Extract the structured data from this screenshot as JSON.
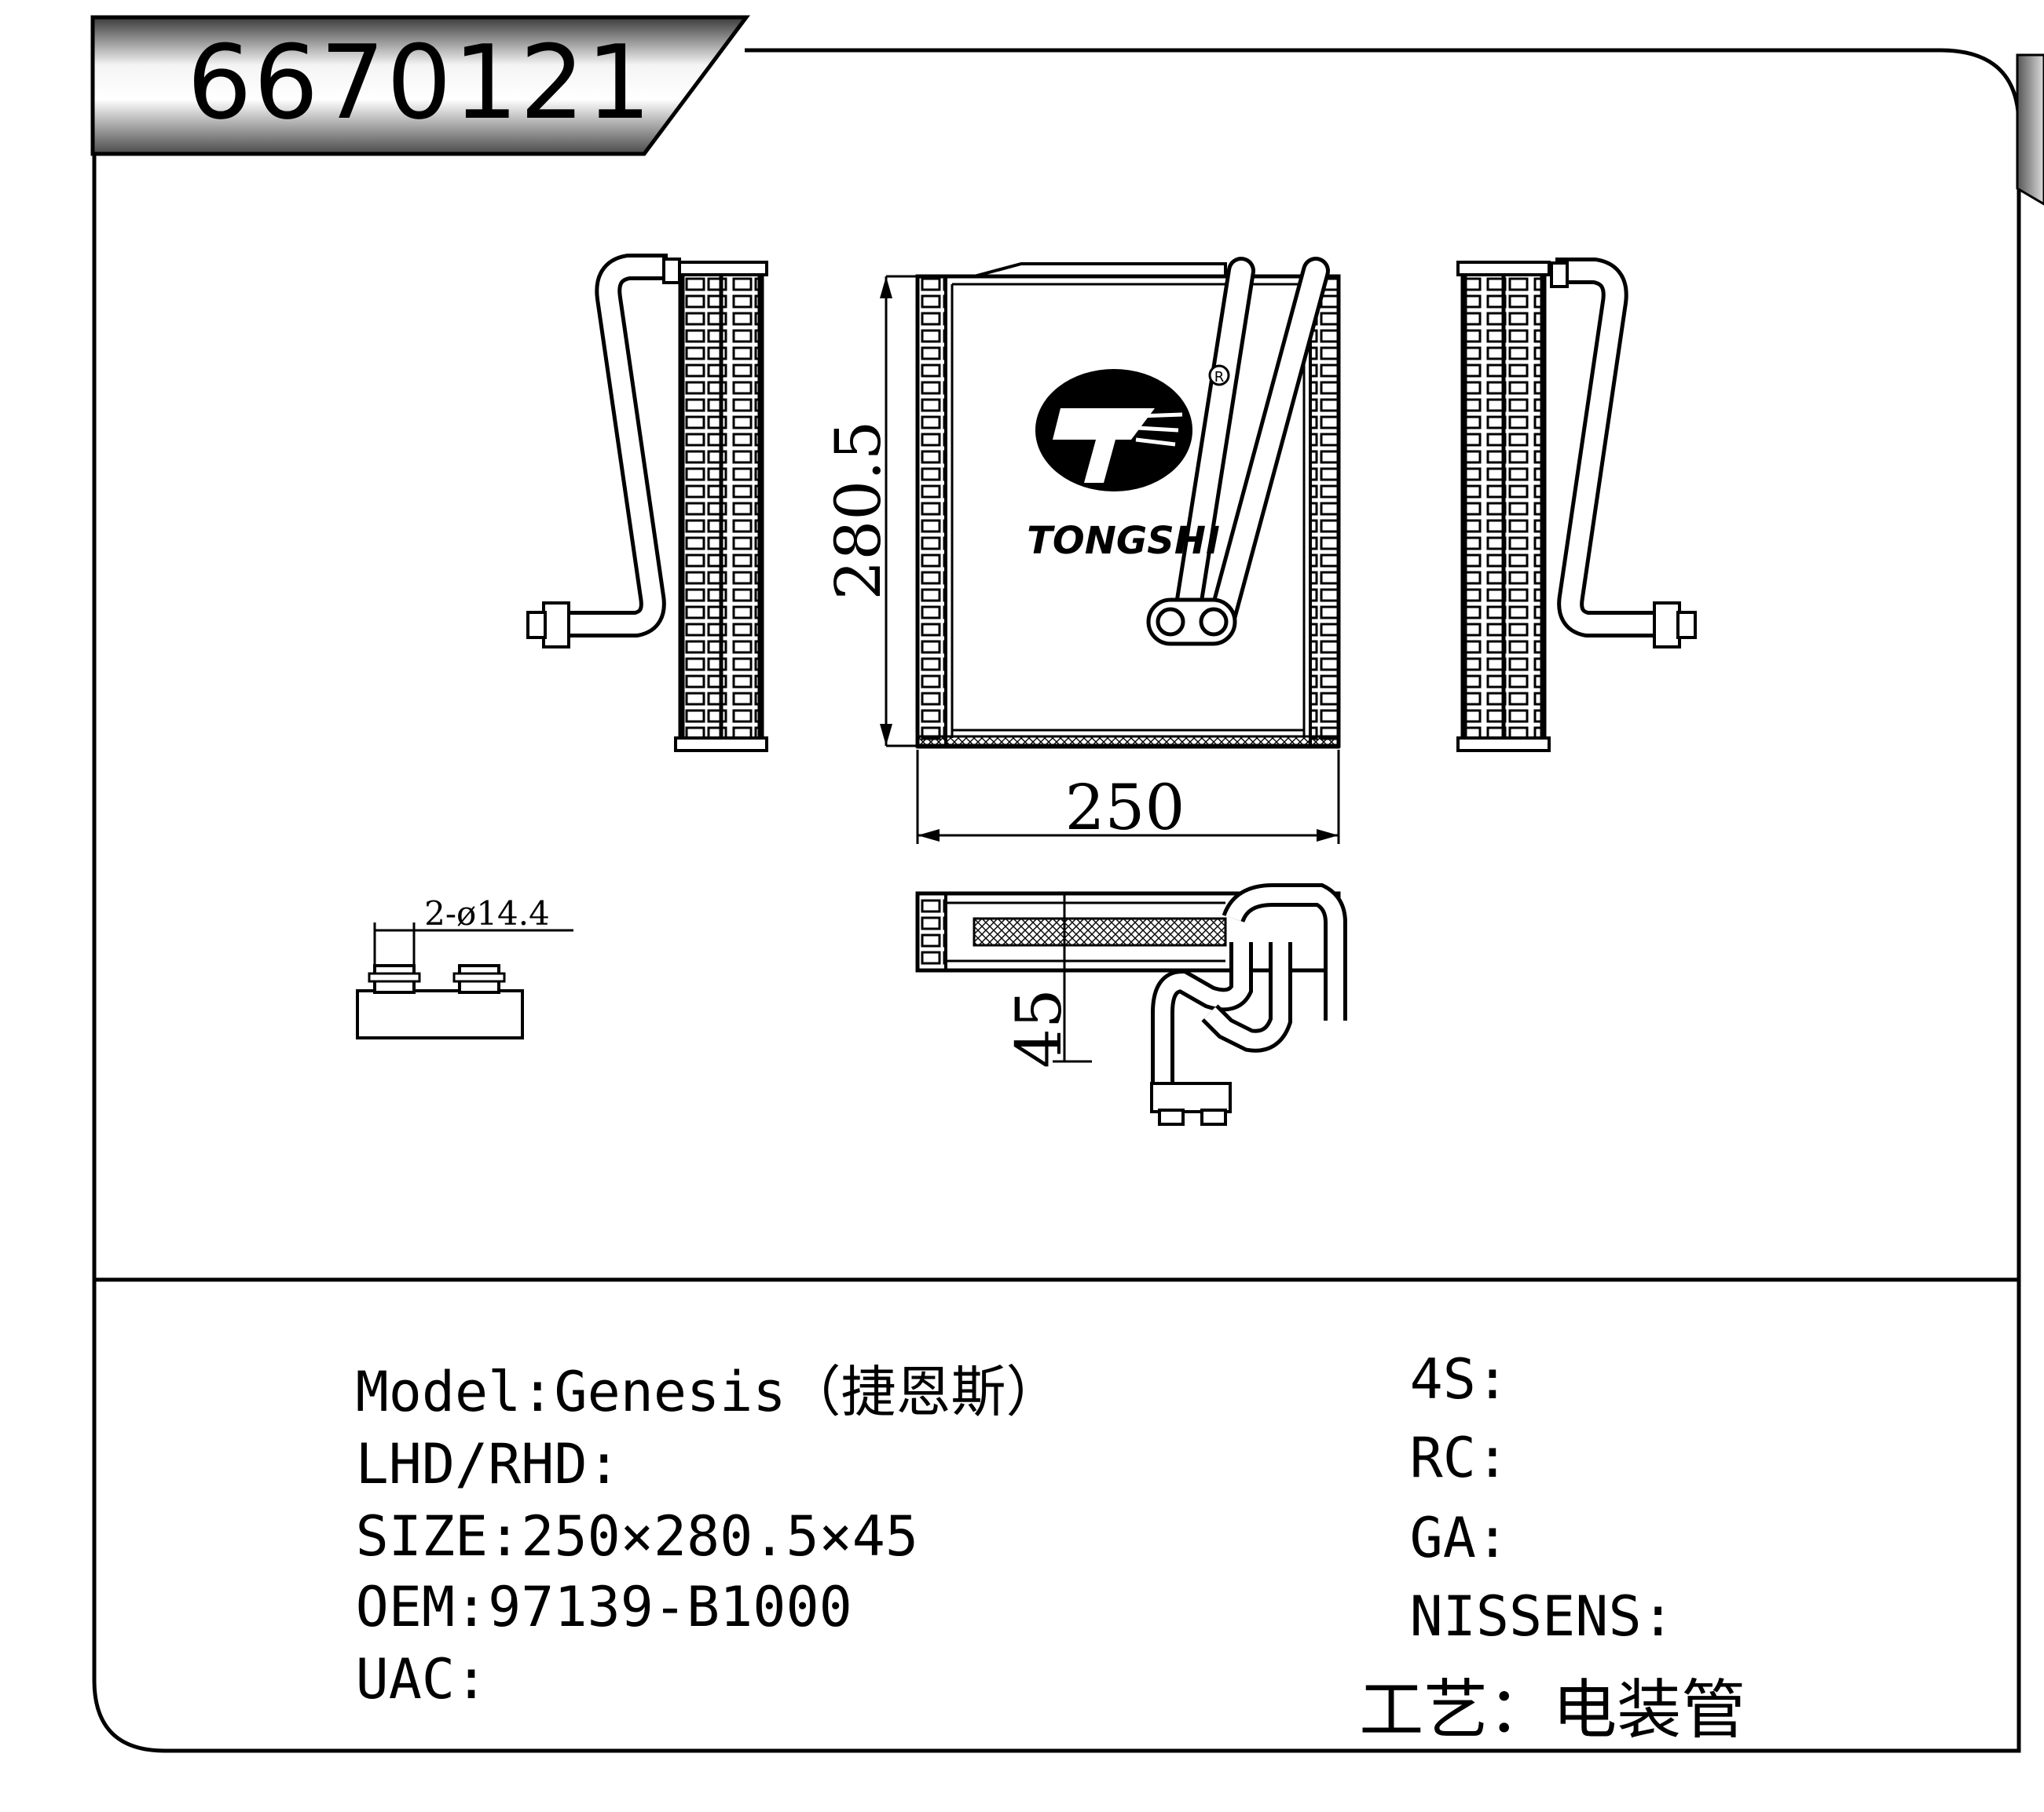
{
  "header": {
    "part_number": "6670121"
  },
  "brand": {
    "name": "TONGSHI",
    "registered_mark": "R"
  },
  "dimensions": {
    "height": "280.5",
    "width": "250",
    "depth": "45",
    "pipe": "2-ø14.4"
  },
  "specs_left": [
    {
      "label": "Model:",
      "value": "Genesis（捷恩斯）"
    },
    {
      "label": "LHD/RHD:",
      "value": ""
    },
    {
      "label": "SIZE:",
      "value": "250×280.5×45"
    },
    {
      "label": "OEM:",
      "value": "97139-B1000"
    },
    {
      "label": "UAC:",
      "value": ""
    }
  ],
  "specs_right": [
    {
      "label": "4S:",
      "value": ""
    },
    {
      "label": "RC:",
      "value": ""
    },
    {
      "label": "GA:",
      "value": ""
    },
    {
      "label": "NISSENS:",
      "value": ""
    },
    {
      "label": "工艺：",
      "value": "电装管"
    }
  ],
  "colors": {
    "line": "#000000",
    "background": "#ffffff"
  }
}
